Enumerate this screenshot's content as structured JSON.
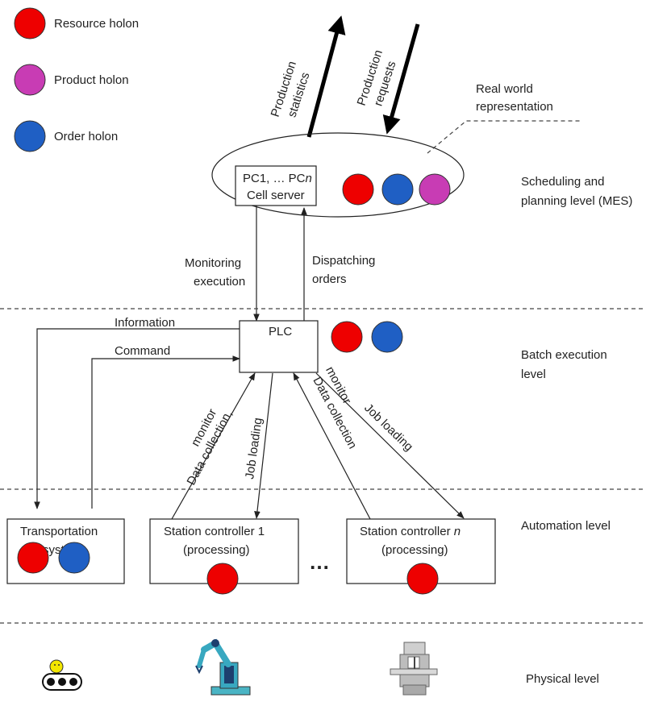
{
  "legend": {
    "resource": {
      "label": "Resource holon",
      "color": "#ee0000"
    },
    "product": {
      "label": "Product holon",
      "color": "#c83cb4"
    },
    "order": {
      "label": "Order holon",
      "color": "#1f5fc4"
    }
  },
  "top_arrows": {
    "production_statistics": [
      "Production",
      "statistics"
    ],
    "production_requests": [
      "Production",
      "requests"
    ]
  },
  "real_world": [
    "Real world",
    "representation"
  ],
  "cell_server": {
    "line1_prefix": "PC1, … PC",
    "line1_italic": "n",
    "line2": "Cell server"
  },
  "levels": {
    "scheduling": [
      "Scheduling and",
      "planning level (MES)"
    ],
    "batch": [
      "Batch execution",
      "level"
    ],
    "automation": "Automation level",
    "physical": "Physical level"
  },
  "mes_links": {
    "monitoring": [
      "Monitoring",
      "execution"
    ],
    "dispatching": [
      "Dispatching",
      "orders"
    ]
  },
  "plc": "PLC",
  "plc_links": {
    "information": "Information",
    "command": "Command",
    "data_collection_1": [
      "Data collection,",
      "monitor"
    ],
    "job_loading_1": "Job loading",
    "data_collection_n": [
      "Data collection",
      "monitor"
    ],
    "job_loading_n": "Job loading"
  },
  "transport": [
    "Transportation",
    "system"
  ],
  "station1": [
    "Station controller 1",
    "(processing)"
  ],
  "station_n": {
    "line1_prefix": "Station controller ",
    "line1_italic": "n",
    "line2": "(processing)"
  },
  "ellipsis": "…",
  "icons": {
    "transport": "conveyor-belt-icon",
    "robot": "robot-arm-icon",
    "machine": "milling-machine-icon"
  }
}
